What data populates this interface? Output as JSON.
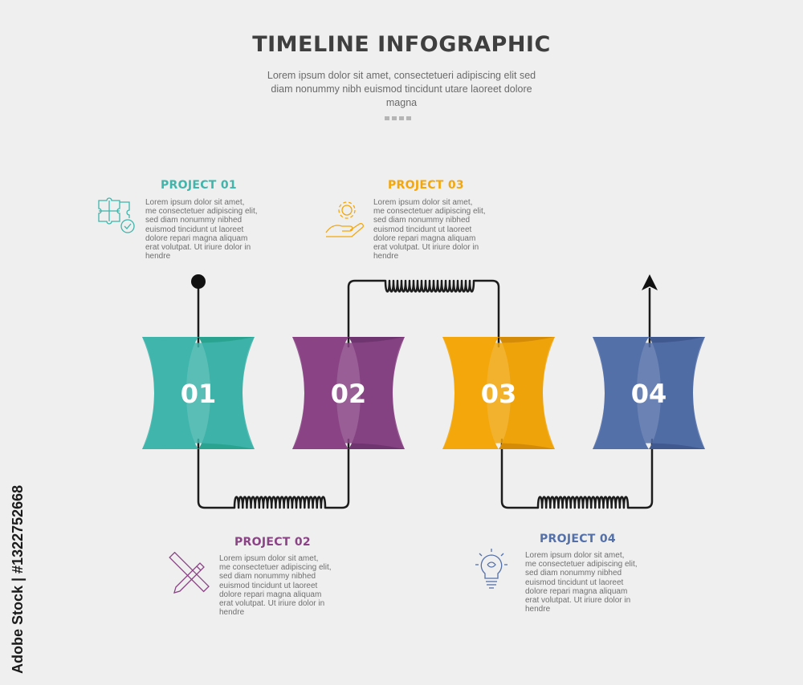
{
  "header": {
    "title": "TIMELINE INFOGRAPHIC",
    "subtitle": "Lorem ipsum dolor sit amet, consectetueri adipiscing elit sed diam nonummy nibh euismod tincidunt utare laoreet dolore magna"
  },
  "steps": [
    {
      "number": "01",
      "title": "PROJECT 01",
      "description": "Lorem ipsum dolor sit amet, me consectetuer adipiscing elit, sed diam nonummy nibhed euismod tincidunt ut laoreet dolore repari magna aliquam erat volutpat. Ut iriure dolor in hendre",
      "icon": "puzzle-check-icon",
      "color": "#3fb5ab",
      "color_dark": "#2aa391"
    },
    {
      "number": "02",
      "title": "PROJECT 02",
      "description": "Lorem ipsum dolor sit amet, me consectetuer adipiscing elit, sed diam nonummy nibhed euismod tincidunt ut laoreet dolore repari magna aliquam erat volutpat. Ut iriure dolor in hendre",
      "icon": "pencil-ruler-icon",
      "color": "#8a4485",
      "color_dark": "#6f3570"
    },
    {
      "number": "03",
      "title": "PROJECT 03",
      "description": "Lorem ipsum dolor sit amet, me consectetuer adipiscing elit, sed diam nonummy nibhed euismod tincidunt ut laoreet dolore repari magna aliquam erat volutpat. Ut iriure dolor in hendre",
      "icon": "hand-gear-icon",
      "color": "#f3a70c",
      "color_dark": "#d38b08"
    },
    {
      "number": "04",
      "title": "PROJECT 04",
      "description": "Lorem ipsum dolor sit amet, me consectetuer adipiscing elit, sed diam nonummy nibhed euismod tincidunt ut laoreet dolore repari magna aliquam erat volutpat. Ut iriure dolor in hendre",
      "icon": "lightbulb-icon",
      "color": "#5470a9",
      "color_dark": "#40598f"
    }
  ],
  "watermark": "Adobe Stock | #1322752668"
}
